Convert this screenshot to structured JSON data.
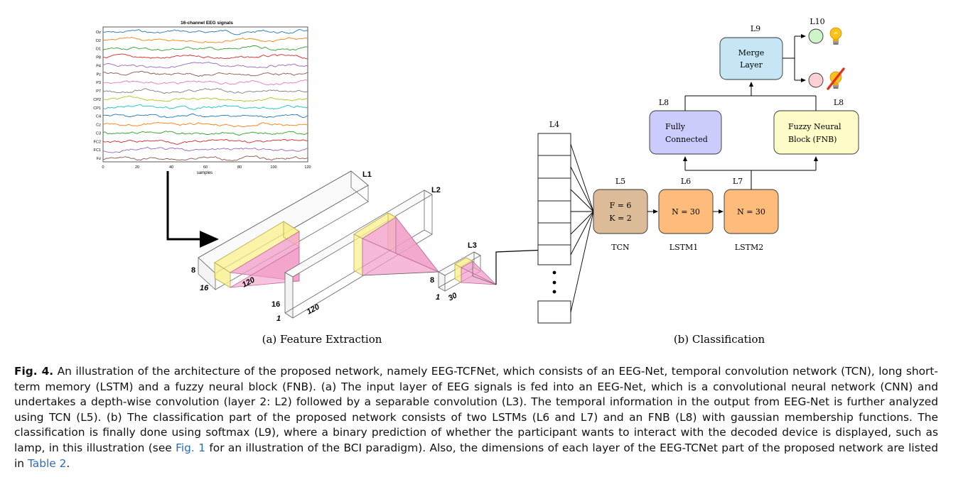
{
  "eeg_plot": {
    "title": "16-channel EEG signals",
    "channels": [
      "Oz",
      "O2",
      "O1",
      "P8",
      "P4",
      "Pz",
      "P3",
      "P7",
      "CP2",
      "CP1",
      "C4",
      "Cz",
      "C3",
      "FC2",
      "FC1",
      "Fz"
    ],
    "x_ticks": [
      "0",
      "20",
      "40",
      "60",
      "80",
      "100",
      "120"
    ],
    "xlabel": "samples",
    "colors": [
      "#1f77b4",
      "#ff7f0e",
      "#2ca02c",
      "#d62728",
      "#9467bd",
      "#8c564b",
      "#e377c2",
      "#7f7f7f",
      "#bcbd22",
      "#17becf",
      "#1f77b4",
      "#ff7f0e",
      "#2ca02c",
      "#d62728",
      "#9467bd",
      "#8c564b"
    ]
  },
  "feature_extraction": {
    "l1": {
      "label": "L1",
      "dim_h": "8",
      "dim_d": "16",
      "dim_w": "120"
    },
    "l2": {
      "label": "L2",
      "dim_h": "16",
      "dim_d": "1",
      "dim_w": "120"
    },
    "l3": {
      "label": "L3",
      "dim_h": "8",
      "dim_d": "1",
      "dim_w": "30"
    },
    "subcaption": "(a) Feature Extraction"
  },
  "classification": {
    "l4": {
      "label": "L4"
    },
    "tcn": {
      "label": "L5",
      "line1": "F = 6",
      "line2": "K = 2",
      "name": "TCN",
      "color": "#dcbc98"
    },
    "lstm1": {
      "label": "L6",
      "text": "N = 30",
      "name": "LSTM1",
      "color": "#fdbc7c"
    },
    "lstm2": {
      "label": "L7",
      "text": "N = 30",
      "name": "LSTM2",
      "color": "#fdbc7c"
    },
    "fc": {
      "label": "L8",
      "line1": "Fully",
      "line2": "Connected",
      "color": "#ccccfc"
    },
    "fnb": {
      "label": "L8",
      "line1": "Fuzzy Neural",
      "line2": "Block (FNB)",
      "color": "#fdfcc8"
    },
    "merge": {
      "label": "L9",
      "line1": "Merge",
      "line2": "Layer",
      "color": "#c6e6f6"
    },
    "output": {
      "label": "L10",
      "on_color": "#cdf5c8",
      "off_color": "#f9d0d3"
    },
    "subcaption": "(b) Classification"
  },
  "caption": {
    "fig_label": "Fig. 4.",
    "part1": "An illustration of the architecture of the proposed network, namely EEG-TCFNet, which consists of an EEG-Net, temporal convolution network (TCN), long short-term memory (LSTM) and a fuzzy neural block (FNB). (a) The input layer of EEG signals is fed into an EEG-Net, which is a convolutional neural network (CNN) and undertakes a depth-wise convolution (layer 2: L2) followed by a separable convolution (L3). The temporal information in the output from EEG-Net is further analyzed using TCN (L5). (b) The classification part of the proposed network consists of two LSTMs (L6 and L7) and an FNB (L8) with gaussian membership functions. The classification is finally done using softmax (L9), where a binary prediction of whether the participant wants to interact with the decoded device is displayed, such as lamp, in this illustration (see",
    "ref1": "Fig. 1",
    "part2": "for an illustration of the BCI paradigm). Also, the dimensions of each layer of the EEG-TCNet part of the proposed network are listed in",
    "ref2": "Table 2",
    "part3": "."
  }
}
